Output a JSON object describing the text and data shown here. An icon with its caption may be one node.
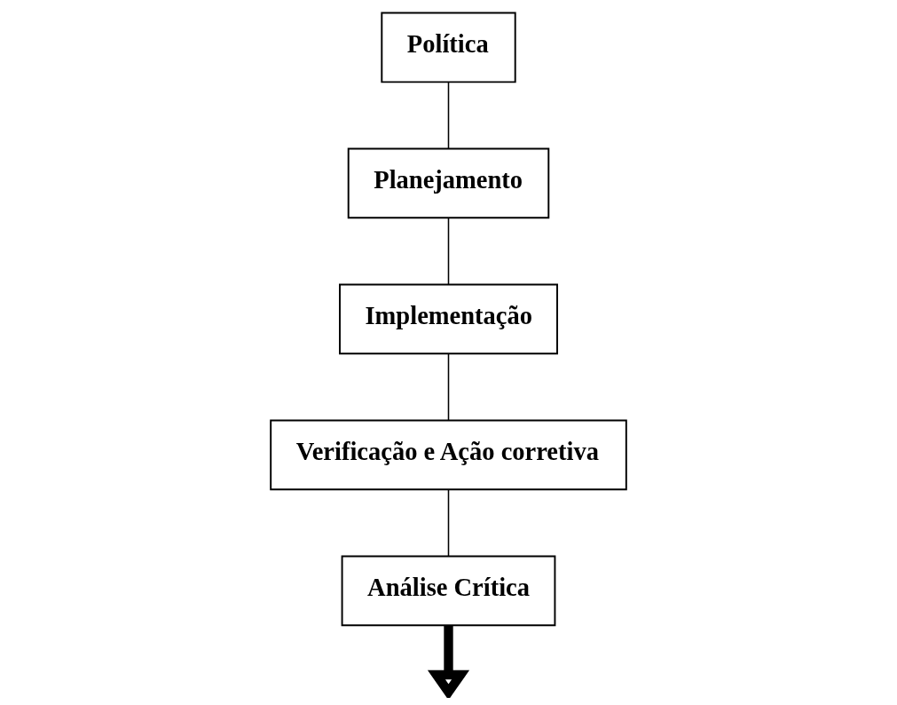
{
  "diagram": {
    "nodes": [
      {
        "text": [
          "Análise Crítica"
        ]
      },
      {
        "text": [
          "Política"
        ]
      },
      {
        "text": [
          "Verificação e Ação corretiva"
        ]
      },
      {
        "text": [
          "Planejamento"
        ]
      },
      {
        "text": [
          "Implementação"
        ]
      }
    ],
    "edges": [
      {
        "from": 1,
        "to": 3,
        "arrow": "none"
      },
      {
        "from": 3,
        "to": 4,
        "arrow": "none"
      },
      {
        "from": 4,
        "to": 2,
        "arrow": "none"
      },
      {
        "from": 2,
        "to": 0,
        "arrow": "none"
      },
      {
        "from": 0,
        "to": null,
        "arrow": "to",
        "style": "thick"
      }
    ]
  }
}
